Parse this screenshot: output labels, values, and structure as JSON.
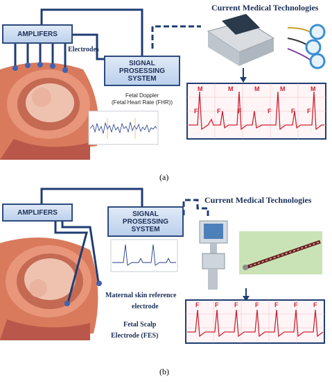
{
  "panel_a": {
    "title": "Current Medical Technologies",
    "amplifiers_label": "AMPLIFERS",
    "electrodes_label": "Electrodes",
    "signal_box_line1": "SIGNAL PROSESSING",
    "signal_box_line2": "SYSTEM",
    "doppler_line1": "Fetal Doppler",
    "doppler_line2": "(Fetal Heart Rate (FHR))",
    "ecg_peaks": [
      "M",
      "F",
      "M",
      "F",
      "M",
      "F",
      "M",
      "F",
      "M",
      "F",
      "F"
    ],
    "caption": "(a)"
  },
  "panel_b": {
    "title": "Current Medical Technologies",
    "amplifiers_label": "AMPLIFERS",
    "signal_box_line1": "SIGNAL PROSESSING",
    "signal_box_line2": "SYSTEM",
    "maternal_line1": "Maternal skin reference",
    "maternal_line2": "electrode",
    "fes_line1": "Fetal Scalp",
    "fes_line2": "Electrode (FES)",
    "ecg_peaks": [
      "F",
      "F",
      "F",
      "F",
      "F",
      "F",
      "F"
    ],
    "caption": "(b)"
  },
  "colors": {
    "wire": "#1f3c73",
    "box_border": "#2c4a7e",
    "ecg_line": "#cc2233",
    "grid": "#f2b8bd",
    "uterus": "#e2866b"
  }
}
